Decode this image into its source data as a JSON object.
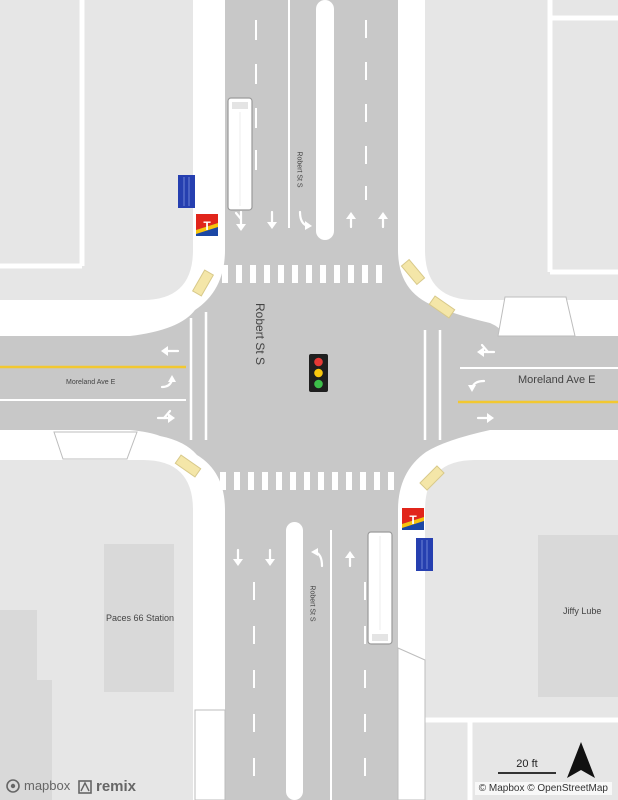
{
  "map": {
    "streets": {
      "north_south": "Robert St S",
      "east_west": "Moreland Ave E"
    },
    "places": {
      "paces": "Paces 66 Station",
      "jiffy": "Jiffy Lube"
    },
    "scale_label": "20 ft",
    "attribution": "© Mapbox © OpenStreetMap",
    "logos": {
      "mapbox": "mapbox",
      "remix": "remix"
    },
    "icons": {
      "north_arrow": "north-arrow-icon",
      "traffic_signal": "traffic-light-icon",
      "transit_stop": "metro-transit-stop-icon"
    },
    "colors": {
      "road": "#c8c8c8",
      "sidewalk": "#ffffff",
      "block": "#e6e6e6",
      "building": "#d9d9d9",
      "centerline": "#f2c830",
      "shelter": "#263fb0",
      "stop_red": "#e1251b",
      "stop_yellow": "#f7c30d",
      "stop_blue": "#1b47a5"
    }
  }
}
